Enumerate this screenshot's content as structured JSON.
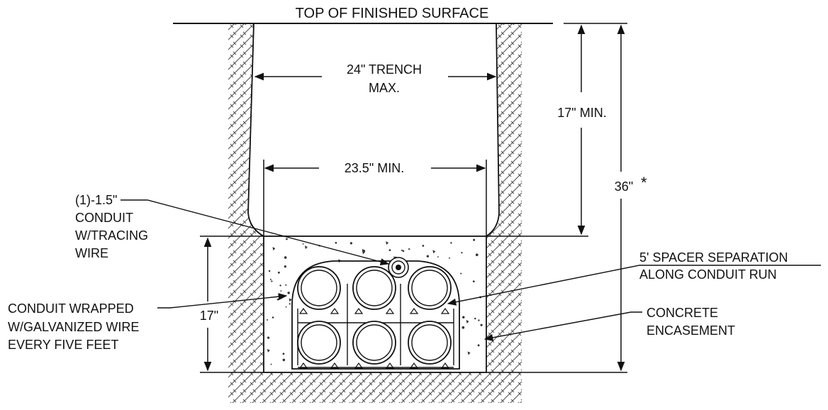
{
  "title": "TOP OF FINISHED SURFACE",
  "dimensions": {
    "trench_width_line1": "24\" TRENCH",
    "trench_width_line2": "MAX.",
    "inner_width": "23.5\" MIN.",
    "cover_depth": "17\" MIN.",
    "total_depth": "36\"",
    "total_depth_mark": "*",
    "encasement_height": "17\""
  },
  "labels": {
    "conduit_small": [
      "(1)-1.5\"",
      "CONDUIT",
      "W/TRACING",
      "WIRE"
    ],
    "conduit_wrapped": [
      "CONDUIT WRAPPED",
      "W/GALVANIZED WIRE",
      "EVERY FIVE FEET"
    ],
    "spacer": [
      "5' SPACER SEPARATION",
      "ALONG CONDUIT RUN"
    ],
    "concrete": [
      "CONCRETE",
      "ENCASEMENT"
    ]
  },
  "colors": {
    "line": "#1a1a1a",
    "hatch": "#555555",
    "speckle": "#333333"
  }
}
